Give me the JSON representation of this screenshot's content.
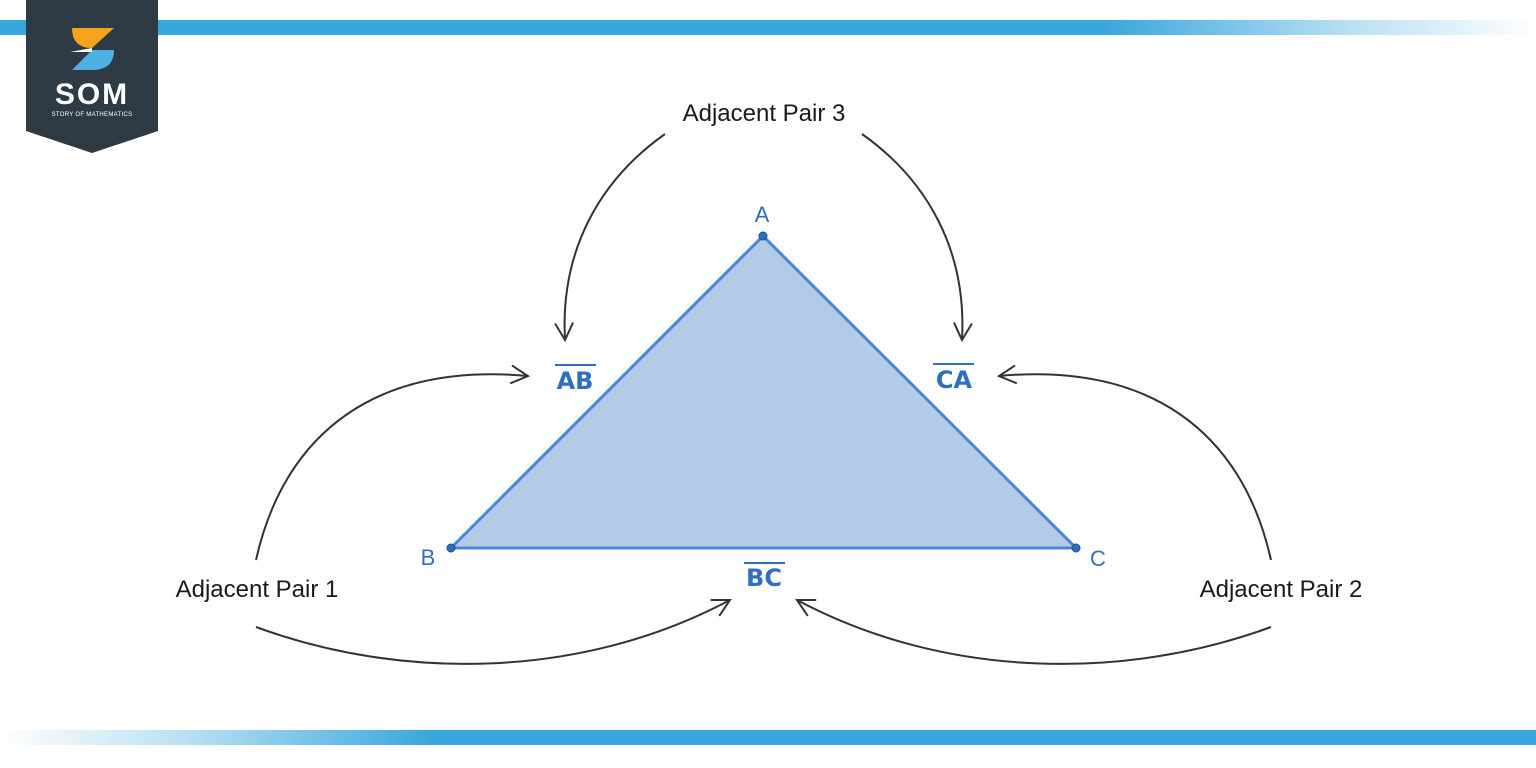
{
  "logo": {
    "title": "SOM",
    "subtitle": "STORY OF MATHEMATICS"
  },
  "diagram": {
    "vertices": {
      "a": "A",
      "b": "B",
      "c": "C"
    },
    "segments": {
      "ab": "AB",
      "bc": "BC",
      "ca": "CA"
    },
    "pairs": {
      "pair1": "Adjacent Pair 1",
      "pair2": "Adjacent Pair 2",
      "pair3": "Adjacent Pair 3"
    }
  },
  "colors": {
    "band": "#3aa7dc",
    "triangle_fill": "#b3cbe8",
    "triangle_stroke": "#4a86d4",
    "label_blue": "#2f6fc2",
    "logo_bg": "#2e3a44",
    "logo_orange": "#f5a21c",
    "logo_blue": "#4fb0e4"
  }
}
